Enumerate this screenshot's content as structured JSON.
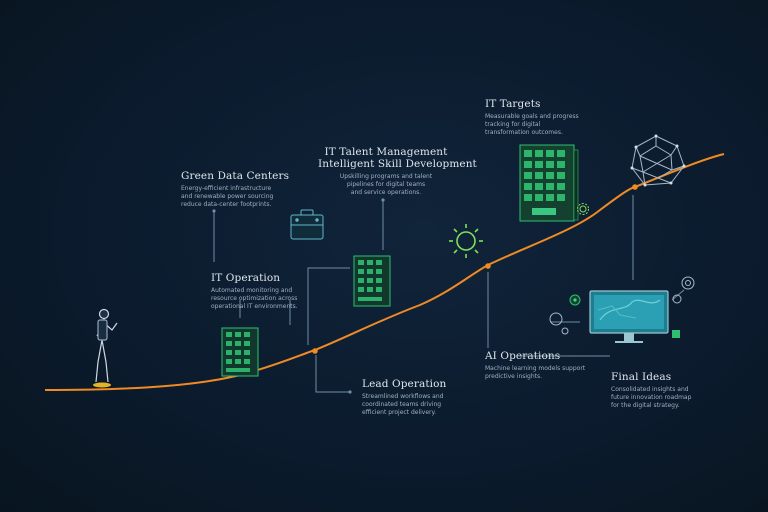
{
  "labels": {
    "green_data_centers": {
      "title": "Green Data Centers",
      "desc": [
        "Energy-efficient infrastructure",
        "and renewable power sourcing",
        "reduce data-center footprints."
      ]
    },
    "it_operation": {
      "title": "IT Operation",
      "desc": [
        "Automated monitoring and",
        "resource optimization across",
        "operational IT environments."
      ]
    },
    "it_talent_management": {
      "title": "IT Talent Management",
      "subtitle": "Intelligent Skill Development",
      "desc": [
        "Upskilling programs and talent",
        "pipelines for digital teams",
        "and service operations."
      ]
    },
    "it_targets": {
      "title": "IT Targets",
      "desc": [
        "Measurable goals and progress",
        "tracking for digital",
        "transformation outcomes."
      ]
    },
    "lead_operation": {
      "title": "Lead Operation",
      "desc": [
        "Streamlined workflows and",
        "coordinated teams driving",
        "efficient project delivery."
      ]
    },
    "ai_operations": {
      "title": "AI Operations",
      "desc": [
        "Machine learning models support",
        "predictive insights."
      ]
    },
    "final_ideas": {
      "title": "Final Ideas",
      "desc": [
        "Consolidated insights and",
        "future innovation roadmap",
        "for the digital strategy."
      ]
    }
  },
  "colors": {
    "background": "#0b1a2c",
    "curve": "#f08a24",
    "building": "#2fbf71",
    "accent": "#3fd38a",
    "sun": "#7ee05a",
    "connector": "#7d9db3",
    "text": "#dfe6ec"
  },
  "icons": [
    "person-icon",
    "building-icon",
    "briefcase-icon",
    "sun-icon",
    "globe-network-icon",
    "monitor-icon",
    "gear-icon",
    "target-icon"
  ]
}
